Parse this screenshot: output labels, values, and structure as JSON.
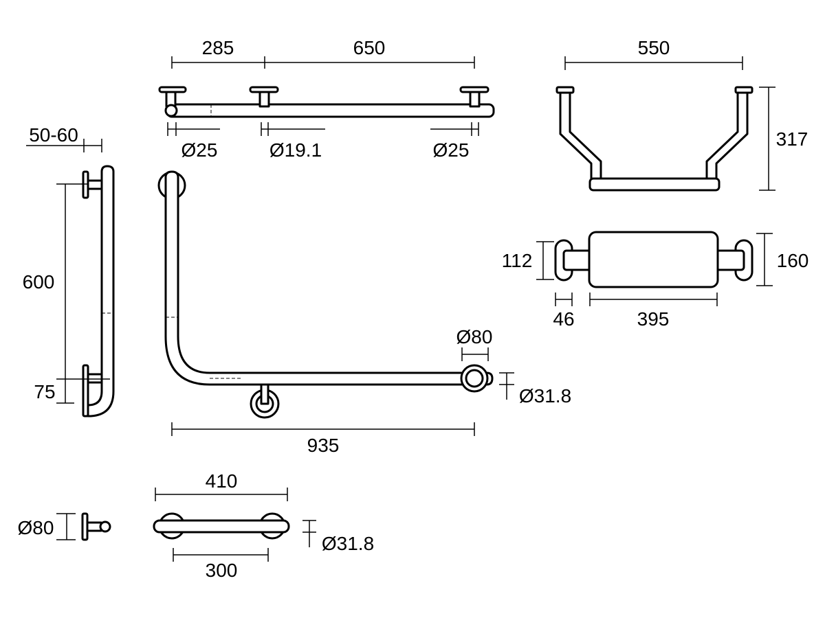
{
  "drawing": {
    "title": "Grab rail and backrest dimension drawing",
    "top_rail": {
      "span_left": "285",
      "span_right": "650",
      "dia_left": "Ø25",
      "dia_mid": "Ø19.1",
      "dia_right": "Ø25"
    },
    "backrest_top": {
      "width": "550",
      "depth": "317"
    },
    "backrest_front": {
      "inner_height": "112",
      "height": "160",
      "bracket": "46",
      "pad_width": "395"
    },
    "vertical_rail": {
      "projection": "50-60",
      "length": "600",
      "offset": "75"
    },
    "l_rail": {
      "length": "935",
      "flange_dia": "Ø80",
      "tube_dia": "Ø31.8"
    },
    "short_rail": {
      "overall": "410",
      "centres": "300",
      "tube_dia": "Ø31.8",
      "flange_dia": "Ø80"
    }
  }
}
